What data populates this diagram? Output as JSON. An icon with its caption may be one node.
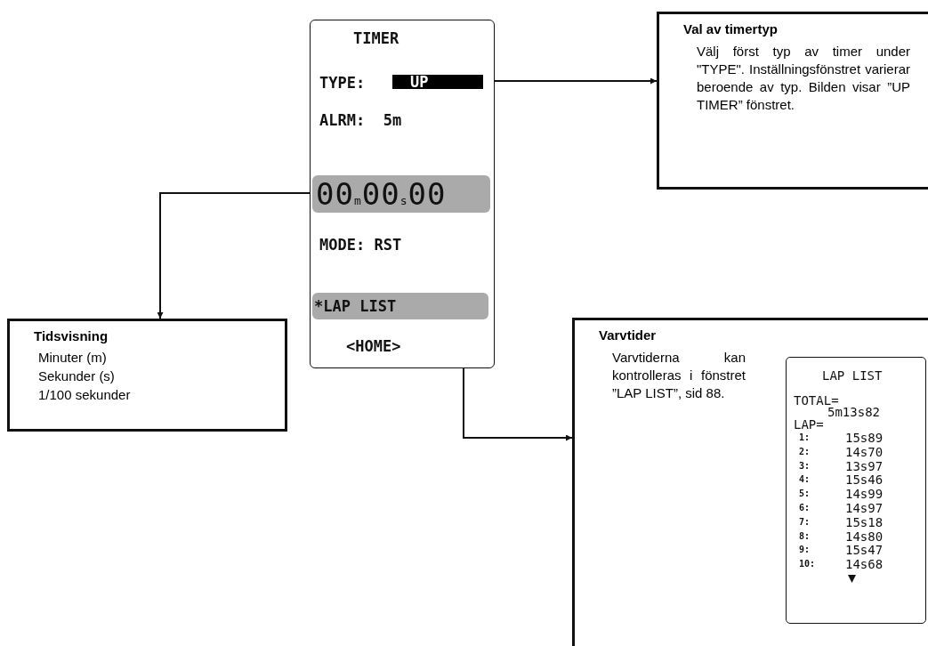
{
  "diagram": {
    "nodes": [
      {
        "text": [
          "TIMER",
          "TYPE:",
          "ALRM:  5m",
          "MODE: RST",
          "<HOME>"
        ]
      },
      {
        "text": [
          "UP"
        ],
        "in": 0
      },
      {
        "text": [
          "00$_{m}$00$_{s}$00"
        ],
        "in": 0
      },
      {
        "text": [
          "*LAP LIST"
        ],
        "in": 0
      },
      {
        "text": [
          "Val av timertyp",
          "Välj först typ av timer  under \"TYPE\". Inställningsfönstret varierar beroende av typ. Bilden visar ”UP TIMER” fönstret."
        ]
      },
      {
        "text": [
          "Tidsvisning",
          "Minuter (m)",
          "Sekunder (s)",
          "1/100 sekunder"
        ]
      },
      {
        "text": [
          "Varvtider",
          "Varvtiderna kan kontrolleras i fönstret ”LAP LIST”, sid 88."
        ]
      },
      {
        "text": [
          "LAP LIST",
          "TOTAL=",
          "5m13s82",
          "LAP=",
          "1:",
          "15s89",
          "2:",
          "14s70",
          "3:",
          "13s97",
          "4:",
          "15s46",
          "5:",
          "14s99",
          "6:",
          "14s97",
          "7:",
          "15s18",
          "8:",
          "14s80",
          "9:",
          "15s47",
          "10:",
          "14s68"
        ],
        "in": 6
      }
    ],
    "edges": [
      {
        "from": 1,
        "to": 4,
        "arrow": "to"
      },
      {
        "from": 2,
        "to": 5,
        "arrow": "to"
      },
      {
        "from": 3,
        "to": 6,
        "arrow": "to"
      }
    ]
  }
}
